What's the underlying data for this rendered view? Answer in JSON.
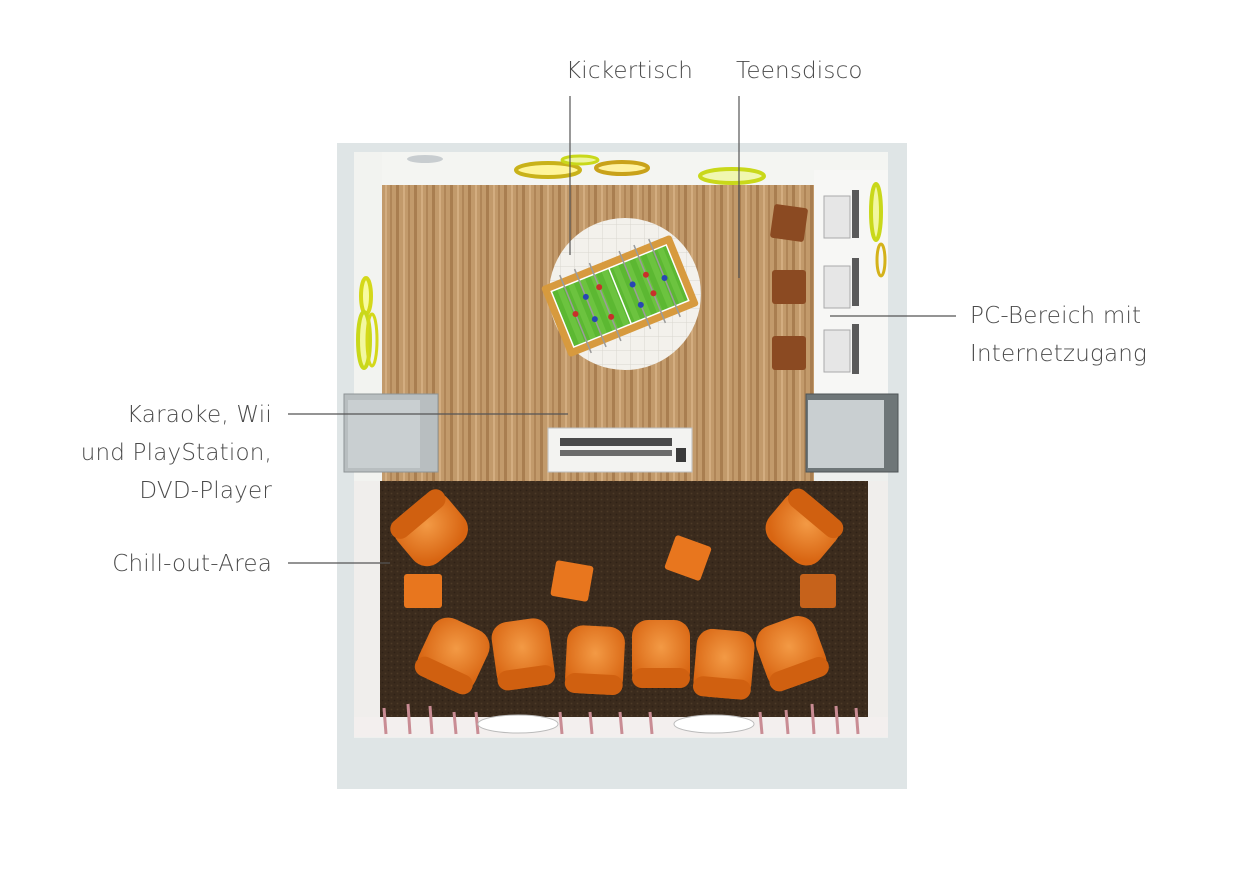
{
  "labels": {
    "kickertisch": "Kickertisch",
    "teensdisco": "Teensdisco",
    "pc_bereich": [
      "PC-Bereich mit",
      "Internetzugang"
    ],
    "karaoke": [
      "Karaoke, Wii",
      "und PlayStation,",
      "DVD-Player"
    ],
    "chillout": "Chill-out-Area"
  },
  "colors": {
    "text": "#4a4a4a",
    "leader_line": "#555555",
    "wall": "#dfe5e6",
    "wood_floor": "#b88c5e",
    "carpet": "#3a2a1c",
    "orange_furniture": "#e8761e",
    "foosball_green": "#5cb832",
    "ceiling_light": "#c9d81a"
  },
  "icons": {
    "foosball": "foosball-table-icon",
    "armchair": "armchair-icon",
    "ottoman": "ottoman-icon",
    "pc": "computer-monitor-icon",
    "tv": "tv-console-icon",
    "cabinet": "cabinet-icon",
    "light": "ceiling-light-icon"
  }
}
